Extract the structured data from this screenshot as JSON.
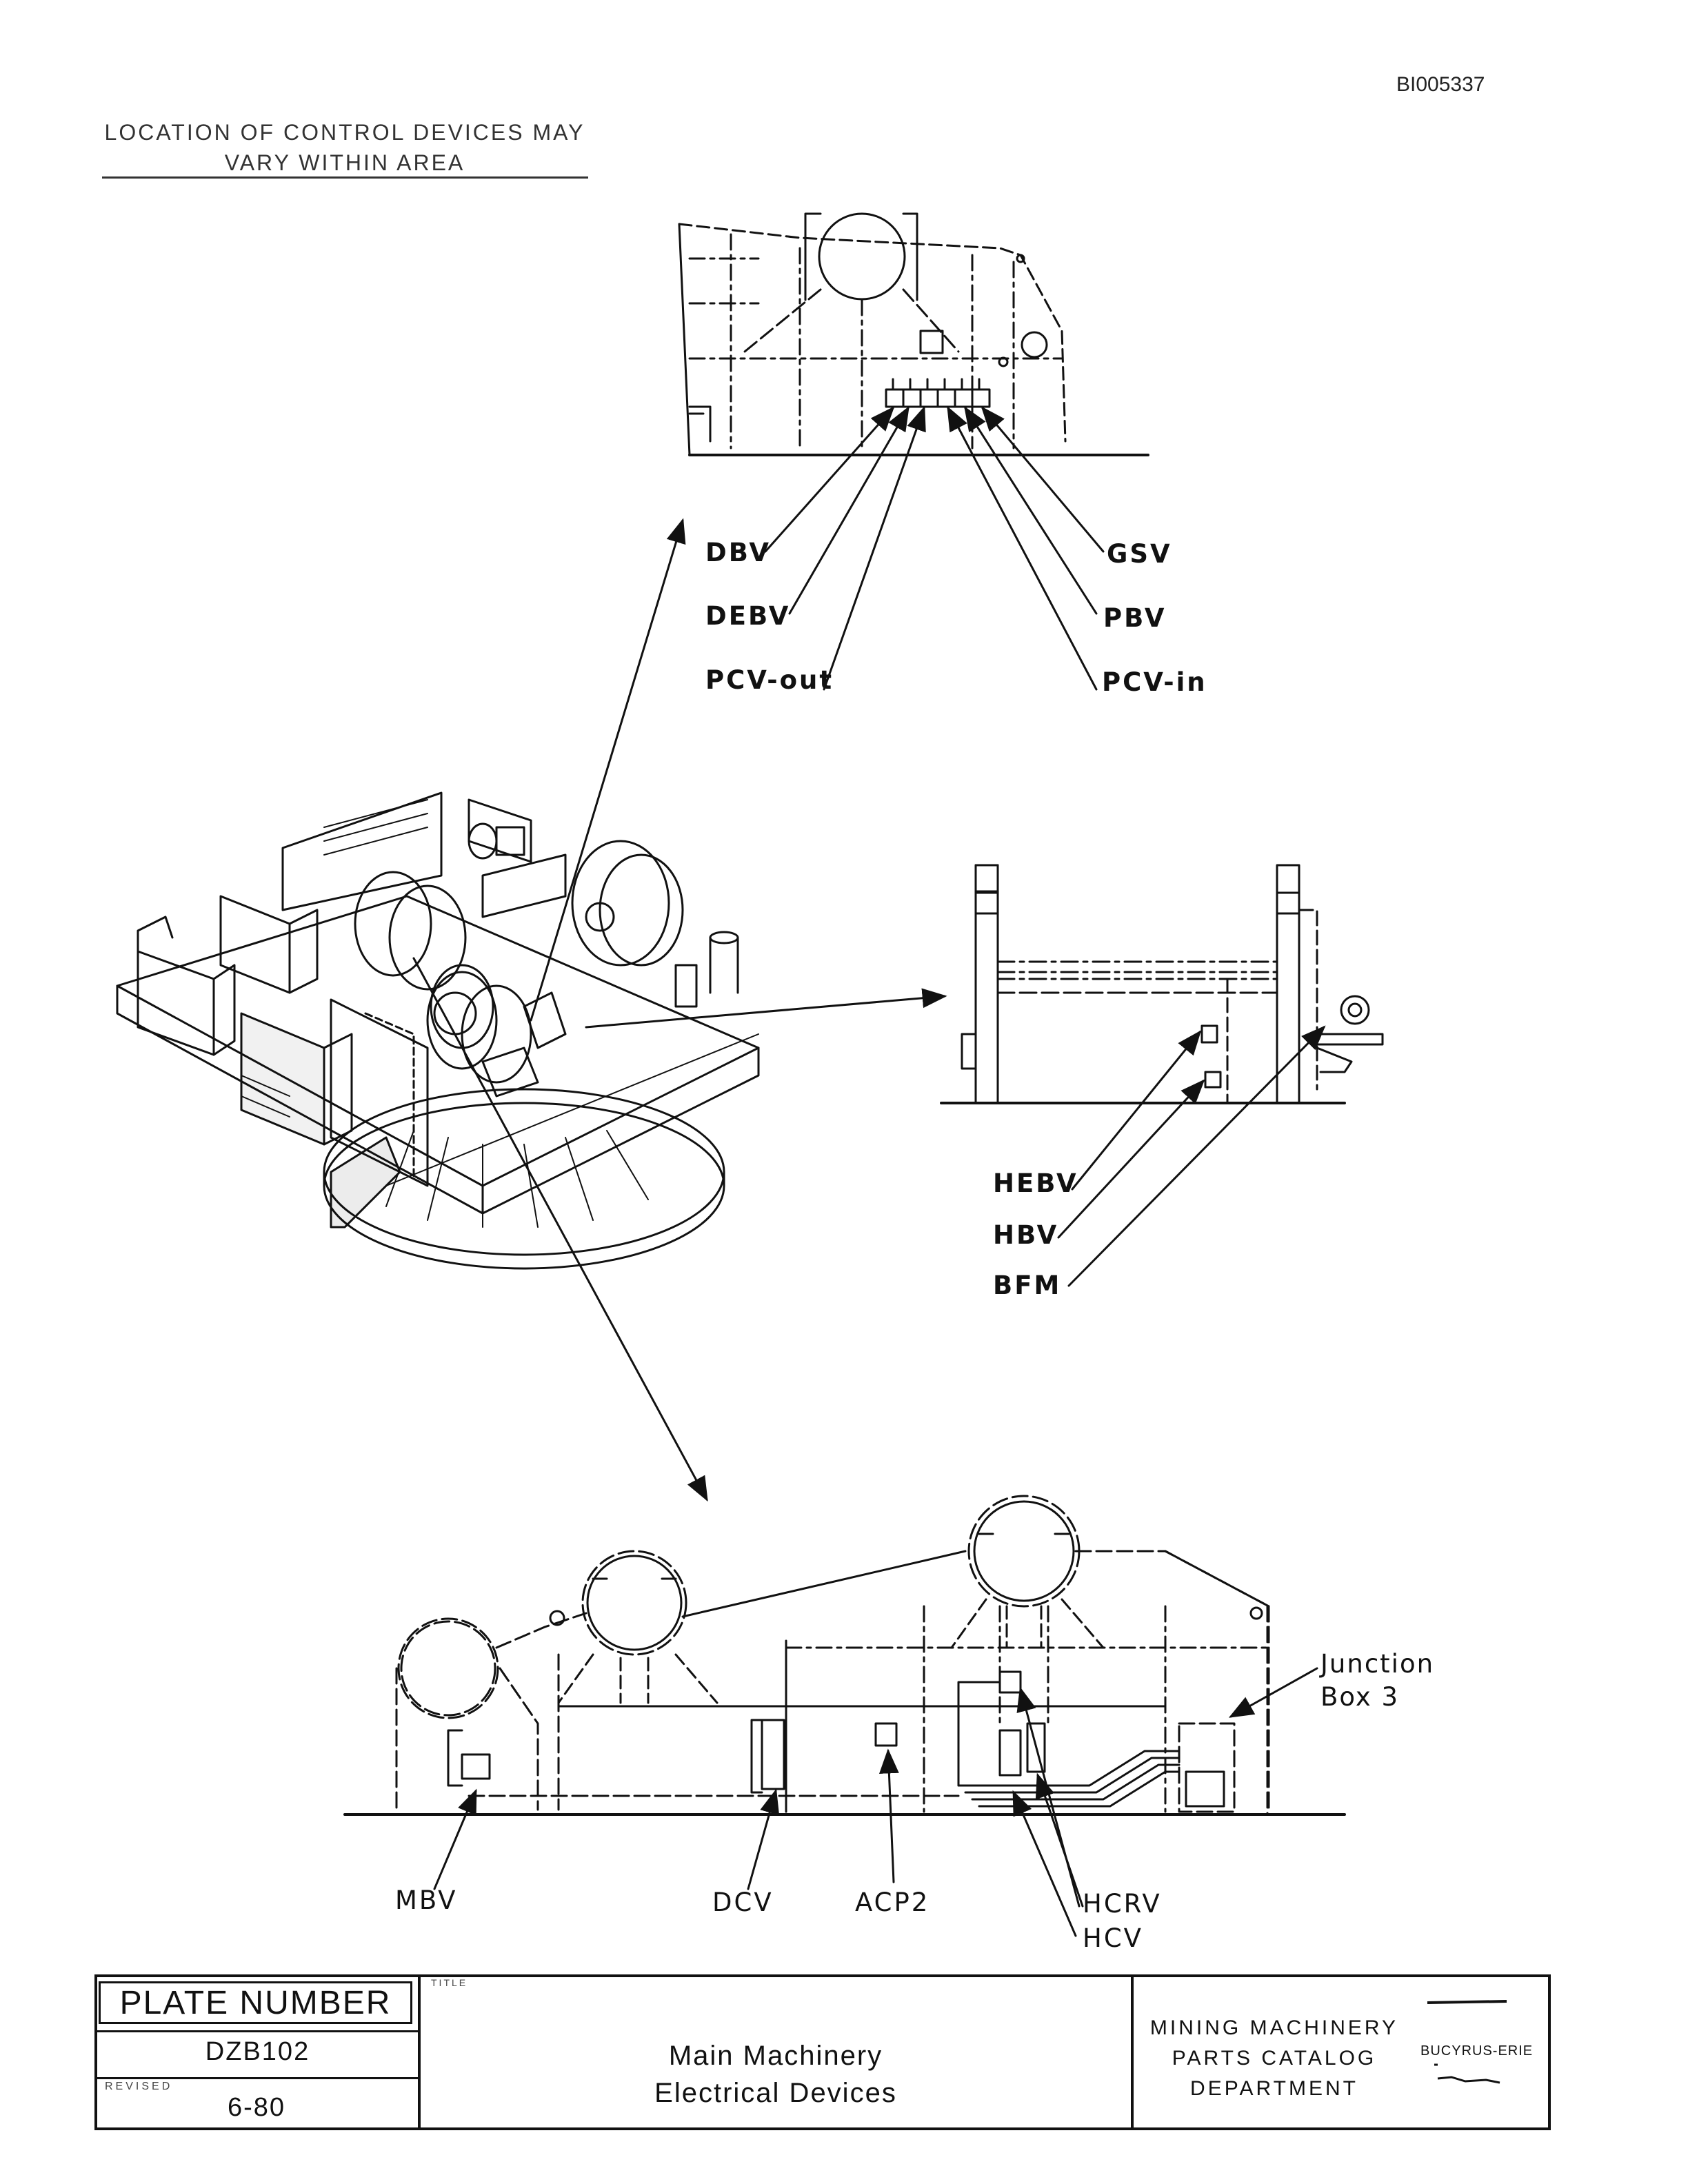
{
  "document": {
    "id": "BI005337",
    "note_line1": "LOCATION OF CONTROL DEVICES MAY",
    "note_line2": "VARY WITHIN AREA"
  },
  "top_view_labels": {
    "dbv": "DBV",
    "debv": "DEBV",
    "pcv_out": "PCV-out",
    "gsv": "GSV",
    "pbv": "PBV",
    "pcv_in": "PCV-in"
  },
  "middle_view_labels": {
    "hebv": "HEBV",
    "hbv": "HBV",
    "bfm": "BFM"
  },
  "bottom_view_labels": {
    "junction_box": "Junction",
    "junction_box_num": "Box 3",
    "mbv": "MBV",
    "dcv": "DCV",
    "acp2": "ACP2",
    "hcrv": "HCRV",
    "hcv": "HCV"
  },
  "title_block": {
    "plate_number_label": "PLATE NUMBER",
    "plate_number": "DZB102",
    "revised_label": "REVISED",
    "revised": "6-80",
    "title_label": "TITLE",
    "title_line1": "Main  Machinery",
    "title_line2": "Electrical  Devices",
    "dept_line1": "MINING MACHINERY",
    "dept_line2": "PARTS CATALOG",
    "dept_line3": "DEPARTMENT",
    "brand": "BUCYRUS-ERIE"
  }
}
